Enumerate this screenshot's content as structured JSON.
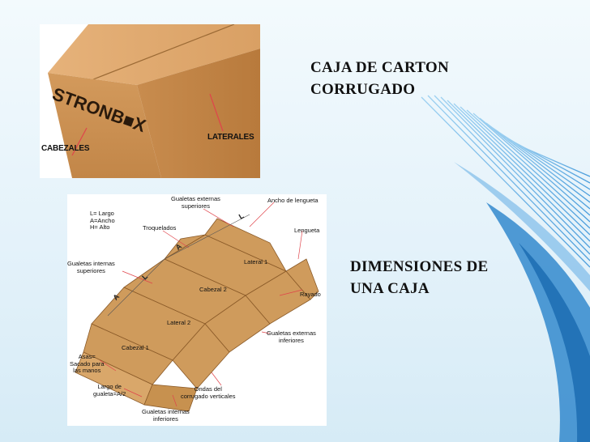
{
  "slide": {
    "title_line1": "CAJA DE CARTON",
    "title_line2": "CORRUGADO",
    "subtitle_line1": "DIMENSIONES DE",
    "subtitle_line2": "UNA CAJA"
  },
  "photo": {
    "brand": "STRONB■X",
    "label_cabezales": "CABEZALES",
    "label_laterales": "LATERALES"
  },
  "diagram": {
    "legend": [
      "L= Largo",
      "A=Ancho",
      "H= Alto"
    ],
    "labels": {
      "gualetas_ext_sup_1": "Gualetas externas",
      "gualetas_ext_sup_2": "superiores",
      "ancho_lengueta": "Ancho de lengueta",
      "lengueta": "Lengueta",
      "troquelados": "Troquelados",
      "gualetas_int_sup_1": "Gualetas internas",
      "gualetas_int_sup_2": "superiores",
      "lateral1": "Lateral 1",
      "cabezal2": "Cabezal 2",
      "rayado": "Rayado",
      "lateral2": "Lateral 2",
      "gualetas_ext_inf_1": "Gualetas externas",
      "gualetas_ext_inf_2": "inferiores",
      "cabezal1": "Cabezal 1",
      "asas_1": "Asas=",
      "asas_2": "Sacado para",
      "asas_3": "las manos",
      "largo_gualeta_1": "Largo de",
      "largo_gualeta_2": "gualeta=A/2",
      "ondas_1": "Ondas del",
      "ondas_2": "corrugado verticales",
      "gualetas_int_inf_1": "Gualetas internas",
      "gualetas_int_inf_2": "inferiores"
    },
    "dims": {
      "l": "L",
      "a": "A"
    }
  },
  "colors": {
    "cardboard": "#cf9b5c",
    "cardboard_dark": "#b07a3e",
    "leader": "#e0444b",
    "stripe": "#4aa3dc"
  }
}
